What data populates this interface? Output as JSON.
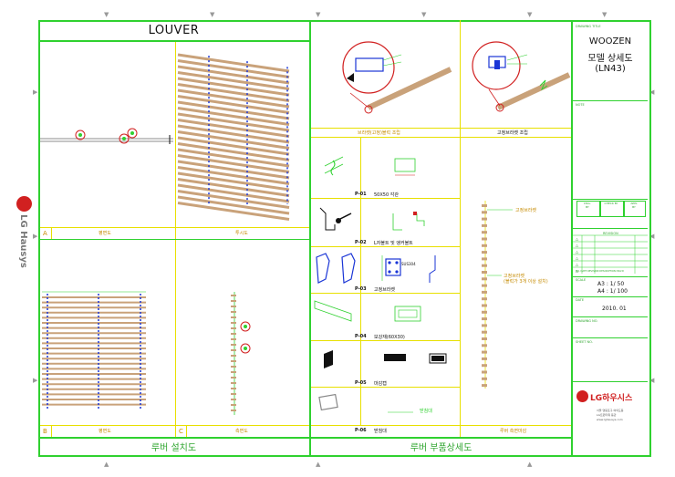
{
  "sheet": {
    "left_title": "LOUVER",
    "left_footer": "루버 설치도",
    "right_footer": "루버 부품상세도",
    "brand_vertical": "LG Hausys"
  },
  "left_panels": {
    "a_label": "A",
    "a_caption": "평면도",
    "iso_caption": "투시도",
    "b_label": "B",
    "b_caption": "평면도",
    "c_label": "C",
    "c_caption": "측면도"
  },
  "right_panels": {
    "top_left_caption": "브라켓(고정)블럭 조립",
    "top_right_caption": "고정브라켓 조립",
    "side_caption": "루버 측면마감",
    "side_note_1": "고정브라켓",
    "side_note_2": "고정브라켓\n(블럭가 3개 이상 설치)",
    "parts": [
      {
        "code": "P-01",
        "name": "50X50 각관"
      },
      {
        "code": "P-02",
        "name": "L자볼트 및 앵커볼트"
      },
      {
        "code": "P-03",
        "name": "고정브라켓"
      },
      {
        "code": "P-04",
        "name": "보강재(60X30)"
      },
      {
        "code": "P-05",
        "name": "마감캡"
      },
      {
        "code": "P-06",
        "name": "받침대"
      }
    ],
    "p03_dim": "SUS304",
    "p06_note": "받침대"
  },
  "title_block": {
    "drawing_title_label": "DRAWING TITLE",
    "title_line1": "WOOZEN",
    "title_line2": "모델 상세도",
    "title_line3": "(LN43)",
    "note_label": "NOTE",
    "dsg_label": "DSG. BY",
    "check_label": "CHECK BY",
    "appl_label": "APPL BY",
    "revision_label": "REVISION",
    "rev_cols": "NO. DATE REVISION DESCRIPTION DSG'D",
    "scale_label": "SCALE",
    "scale_a3": "A3 : 1/ 50",
    "scale_a4": "A4 : 1/ 100",
    "date_label": "DATE",
    "date_value": "2010. 01",
    "drawing_no_label": "DRAWING NO.",
    "sheet_no_label": "SHEET NO.",
    "logo_text": "LG하우시스",
    "addr1": "서울 영등포구 여의도동",
    "addr2": "LG트윈타워 동관",
    "addr3": "www.lghausys.com"
  },
  "colors": {
    "frame": "#2fd12f",
    "yellow": "#e8e000",
    "wood": "#c9a27a",
    "blue": "#1a35d6",
    "red": "#d12020"
  }
}
